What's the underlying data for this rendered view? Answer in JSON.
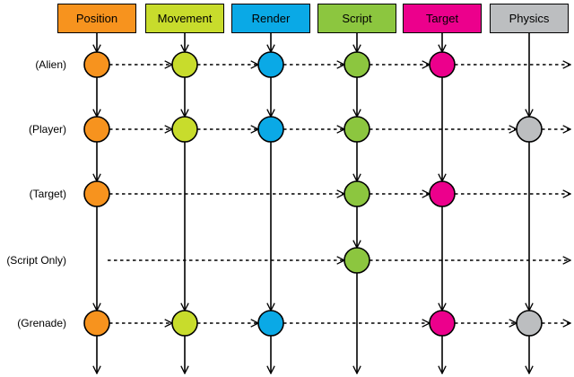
{
  "columns": [
    {
      "key": "position",
      "label": "Position",
      "color": "#f7931e",
      "text_color": "#000000"
    },
    {
      "key": "movement",
      "label": "Movement",
      "color": "#c8dc2c",
      "text_color": "#000000"
    },
    {
      "key": "render",
      "label": "Render",
      "color": "#0aa9e6",
      "text_color": "#000000"
    },
    {
      "key": "script",
      "label": "Script",
      "color": "#8cc63f",
      "text_color": "#000000"
    },
    {
      "key": "target",
      "label": "Target",
      "color": "#ec008c",
      "text_color": "#000000"
    },
    {
      "key": "physics",
      "label": "Physics",
      "color": "#bcbec0",
      "text_color": "#000000"
    }
  ],
  "rows": [
    {
      "label": "(Alien)",
      "components": [
        "position",
        "movement",
        "render",
        "script",
        "target"
      ]
    },
    {
      "label": "(Player)",
      "components": [
        "position",
        "movement",
        "render",
        "script",
        "physics"
      ]
    },
    {
      "label": "(Target)",
      "components": [
        "position",
        "script",
        "target"
      ]
    },
    {
      "label": "(Script Only)",
      "components": [
        "script"
      ]
    },
    {
      "label": "(Grenade)",
      "components": [
        "position",
        "movement",
        "render",
        "target",
        "physics"
      ]
    }
  ],
  "colors": {
    "line": "#000000",
    "background": "#ffffff"
  }
}
